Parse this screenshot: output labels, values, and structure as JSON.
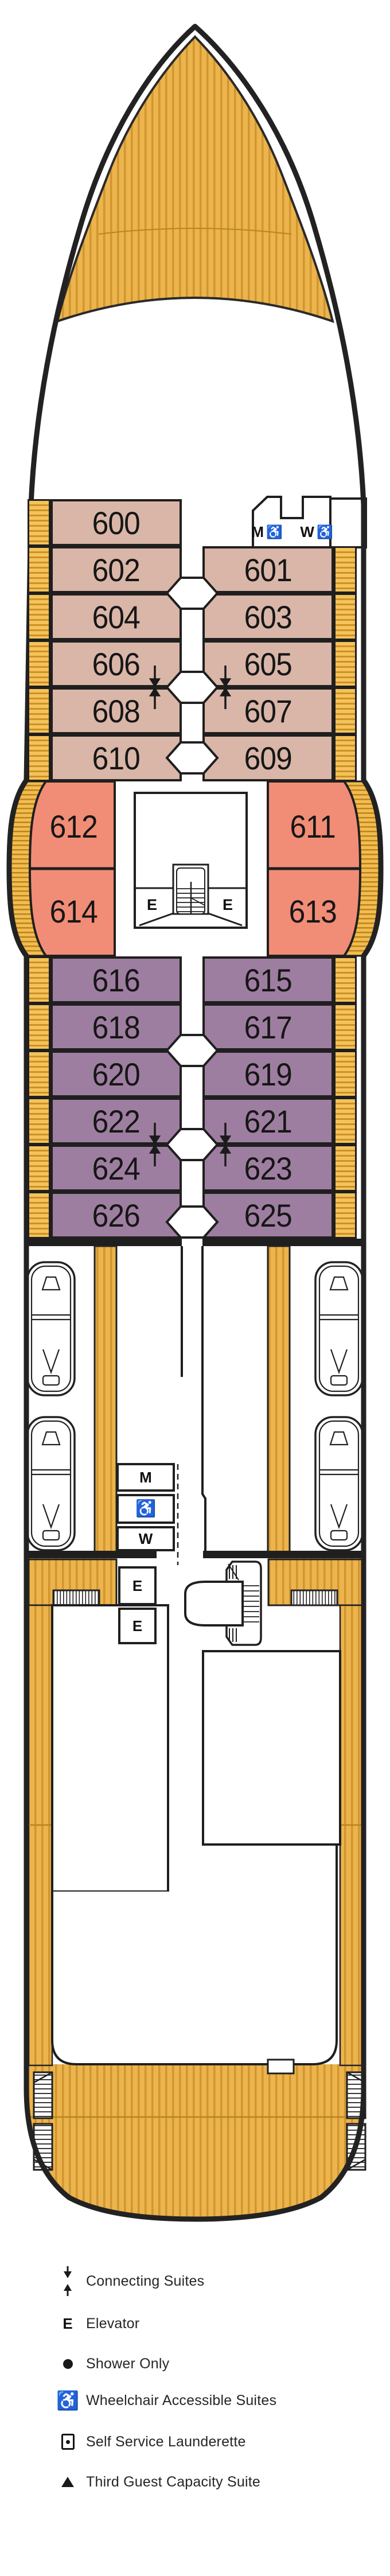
{
  "cabins": {
    "c600": "600",
    "c601": "601",
    "c602": "602",
    "c603": "603",
    "c604": "604",
    "c605": "605",
    "c606": "606",
    "c607": "607",
    "c608": "608",
    "c609": "609",
    "c610": "610",
    "c611": "611",
    "c612": "612",
    "c613": "613",
    "c614": "614",
    "c615": "615",
    "c616": "616",
    "c617": "617",
    "c618": "618",
    "c619": "619",
    "c620": "620",
    "c621": "621",
    "c622": "622",
    "c623": "623",
    "c624": "624",
    "c625": "625",
    "c626": "626"
  },
  "rooms": {
    "mens": "M",
    "womens": "W",
    "elevator": "E"
  },
  "icons": {
    "wheelchair": "♿"
  },
  "legend": {
    "items": [
      {
        "icon": "connecting-suites-icon",
        "label": "Connecting Suites"
      },
      {
        "icon": "elevator-icon",
        "symbol": "E",
        "label": "Elevator"
      },
      {
        "icon": "shower-only-icon",
        "label": "Shower Only"
      },
      {
        "icon": "wheelchair-icon",
        "symbol": "♿",
        "label": "Wheelchair Accessible Suites"
      },
      {
        "icon": "launderette-icon",
        "label": "Self Service Launderette"
      },
      {
        "icon": "third-guest-icon",
        "label": "Third Guest Capacity Suite"
      }
    ]
  },
  "colors": {
    "wood": "#EBB44C",
    "wood_stripe": "#D2952F",
    "balcony_light": "#F4C35B",
    "balcony_dark": "#CE9026",
    "cabin_tan": "#D9B6A7",
    "cabin_coral": "#F18D76",
    "cabin_purple": "#9E7EA0",
    "outline": "#1F1F1F"
  }
}
